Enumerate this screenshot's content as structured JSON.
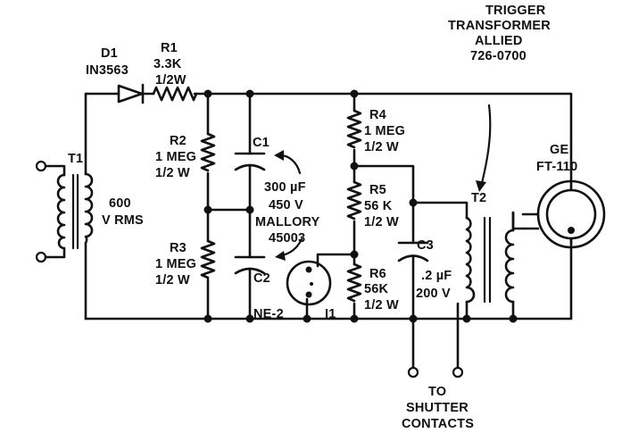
{
  "labels": {
    "d1_name": "D1",
    "d1_part": "IN3563",
    "r1_name": "R1",
    "r1_value": "3.3K",
    "r1_power": "1/2W",
    "t1_name": "T1",
    "t1_voltage": "600",
    "t1_unit": "V RMS",
    "r2_name": "R2",
    "r2_value": "1 MEG",
    "r2_power": "1/2 W",
    "r3_name": "R3",
    "r3_value": "1 MEG",
    "r3_power": "1/2 W",
    "c1_name": "C1",
    "c2_name": "C2",
    "cap_value": "300 µF",
    "cap_voltage": "450 V",
    "cap_brand": "MALLORY",
    "cap_part": "45003",
    "r4_name": "R4",
    "r4_value": "1 MEG",
    "r4_power": "1/2 W",
    "r5_name": "R5",
    "r5_value": "56 K",
    "r5_power": "1/2 W",
    "r6_name": "R6",
    "r6_value": "56K",
    "r6_power": "1/2 W",
    "ne2": "NE-2",
    "i1": "I1",
    "c3_name": "C3",
    "c3_value": ".2 µF",
    "c3_voltage": "200 V",
    "t2_name": "T2",
    "trigger_line1": "TRIGGER",
    "trigger_line2": "TRANSFORMER",
    "trigger_line3": "ALLIED",
    "trigger_line4": "726-0700",
    "ge_line1": "GE",
    "ge_line2": "FT-110",
    "to": "TO",
    "shutter": "SHUTTER",
    "contacts": "CONTACTS"
  }
}
